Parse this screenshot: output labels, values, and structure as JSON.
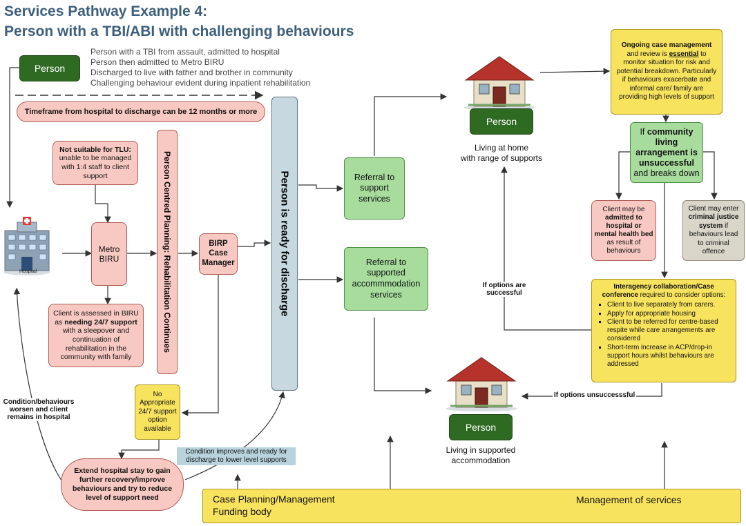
{
  "title": {
    "line1": "Services Pathway Example 4:",
    "line2": "Person with a TBI/ABI with challenging behaviours"
  },
  "person_start": "Person",
  "intro": [
    "Person with a TBI from assault, admitted to hospital",
    "Person then admitted to Metro BIRU",
    "Discharged to live with father and brother in community",
    "Challenging behaviour evident during inpatient rehabilitation"
  ],
  "timeframe": "Timeframe from hospital to discharge can be 12 months or more",
  "hospital_label": "Hospital",
  "not_suitable": {
    "bold": "Not suitable for TLU:",
    "text": "unable to be managed with 1:4 staff to client support"
  },
  "metro_biru": "Metro BIRU",
  "assessed": {
    "pre": "Client is assessed in BIRU as ",
    "bold": "needing 24/7 support",
    "post": " with a sleepover and continuation of rehabilitation in the community with family"
  },
  "pcp_vertical": "Person Centred Planning: Rehabilitation Continues",
  "birp": "BIRP Case Manager",
  "ready_vertical": "Person is ready for discharge",
  "no_appropriate": "No Appropriate 24/7 support option available",
  "extend_stay": "Extend hospital stay to gain further recovery/improve behaviours and try to reduce level of support need",
  "condition_worsen": "Condition/behaviours worsen and client remains in hospital",
  "condition_improves": "Condition improves and ready for discharge to lower level supports",
  "referral_support": "Referral to support services",
  "referral_accom": "Referral to supported accommmodation services",
  "home_top": {
    "person": "Person",
    "caption1": "Living at home",
    "caption2": "with range of supports"
  },
  "home_bottom": {
    "person": "Person",
    "caption1": "Living in supported",
    "caption2": "accommodation"
  },
  "ongoing": {
    "bold1": "Ongoing case management",
    "t1": " and review is ",
    "bold2": "essential",
    "t2": " to monitor situation for risk and potential breakdown. Particularly if behaviours exacerbate and informal care/ family are providing high levels of support"
  },
  "if_community": {
    "pre": "If ",
    "bold": "community living arrangement is unsuccessful",
    "post": " and breaks down"
  },
  "admitted": {
    "pre": "Client may be ",
    "bold": "admitted to hospital or mental health bed",
    "post": " as result of behaviours"
  },
  "criminal": {
    "pre": "Client may enter ",
    "bold": "criminal justice system",
    "post": " if behaviours lead to criminal offence"
  },
  "interagency": {
    "title": "Interagency collaboration/Case conference",
    "title_post": " required to consider options:",
    "items": [
      "Client to live separately from carers.",
      "Apply for appropriate housing",
      "Client to be referred for centre-based respite while care arrangements are considered",
      "Short-term increase in ACP/drop-in support hours whilst behaviours are addressed"
    ]
  },
  "if_successful": "If options are successful",
  "if_unsuccessful": "If options unsuccesssful",
  "bottom_bar": {
    "case_planning": "Case Planning/Management",
    "funding": "Funding body",
    "management": "Management of services"
  },
  "colors": {
    "title": "#3d5f7c",
    "pink": "#f8c9c3",
    "green_dark": "#2f6a22",
    "green_light": "#a7dc9d",
    "yellow": "#f7e35e",
    "ready_bar": "#c7d8e0"
  }
}
